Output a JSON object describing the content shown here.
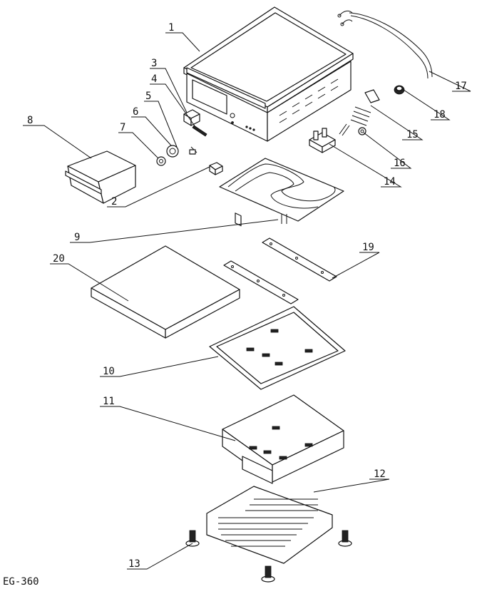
{
  "diagram": {
    "model": "EG-360",
    "callouts": [
      "1",
      "2",
      "3",
      "4",
      "5",
      "6",
      "7",
      "8",
      "9",
      "10",
      "11",
      "12",
      "13",
      "14",
      "15",
      "16",
      "17",
      "18",
      "19",
      "20"
    ]
  },
  "colors": {
    "line": "#111111",
    "background": "#ffffff"
  }
}
